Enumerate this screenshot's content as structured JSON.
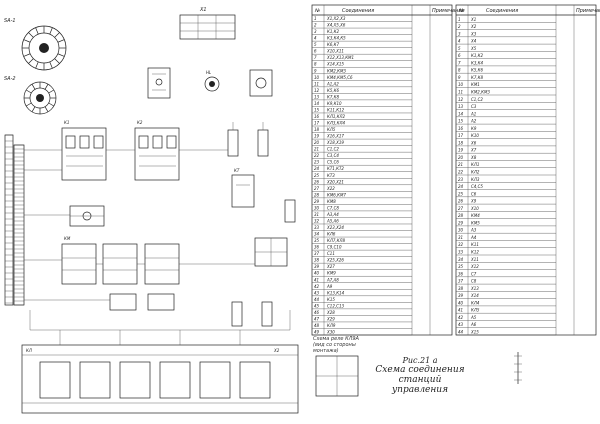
{
  "figure": {
    "number": "Рис.21 а",
    "title_line1": "Схема соединения",
    "title_line2": "станций управления"
  },
  "note": {
    "line1": "Схема реле КЛ9А",
    "line2": "(вид со стороны монтажа)"
  },
  "table_left": {
    "header": [
      "№",
      "Соединения",
      "Примечание"
    ],
    "rows": [
      [
        "1",
        "Х1,Х2,Х3"
      ],
      [
        "2",
        "Х4,Х5,Х6"
      ],
      [
        "3",
        "К1,К2"
      ],
      [
        "4",
        "К3,К4,К5"
      ],
      [
        "5",
        "К6,К7"
      ],
      [
        "6",
        "Х10,Х11"
      ],
      [
        "7",
        "Х12,Х13,КМ1"
      ],
      [
        "8",
        "Х14,Х15"
      ],
      [
        "9",
        "КМ2,КМ3"
      ],
      [
        "10",
        "КМ4,КМ5,С6"
      ],
      [
        "11",
        "А1,А2"
      ],
      [
        "12",
        "К5,К6"
      ],
      [
        "13",
        "К7,К8"
      ],
      [
        "14",
        "К9,К10"
      ],
      [
        "15",
        "К11,К12"
      ],
      [
        "16",
        "КЛ1,КЛ2"
      ],
      [
        "17",
        "КЛ3,КЛ4"
      ],
      [
        "18",
        "КЛ5"
      ],
      [
        "19",
        "Х16,Х17"
      ],
      [
        "20",
        "Х18,Х19"
      ],
      [
        "21",
        "С1,С2"
      ],
      [
        "22",
        "С3,С4"
      ],
      [
        "23",
        "С5,С6"
      ],
      [
        "24",
        "КТ1,КТ2"
      ],
      [
        "25",
        "КТ3"
      ],
      [
        "26",
        "Х20,Х21"
      ],
      [
        "27",
        "Х22"
      ],
      [
        "28",
        "КМ6,КМ7"
      ],
      [
        "29",
        "КМ8"
      ],
      [
        "30",
        "С7,С8"
      ],
      [
        "31",
        "А3,А4"
      ],
      [
        "32",
        "А5,А6"
      ],
      [
        "33",
        "Х23,Х24"
      ],
      [
        "34",
        "КЛ6"
      ],
      [
        "35",
        "КЛ7,КЛ8"
      ],
      [
        "36",
        "С9,С10"
      ],
      [
        "37",
        "С11"
      ],
      [
        "38",
        "Х25,Х26"
      ],
      [
        "39",
        "Х27"
      ],
      [
        "40",
        "КМ9"
      ],
      [
        "41",
        "А7,А8"
      ],
      [
        "42",
        "А9"
      ],
      [
        "43",
        "К13,К14"
      ],
      [
        "44",
        "К15"
      ],
      [
        "45",
        "С12,С13"
      ],
      [
        "46",
        "Х28"
      ],
      [
        "47",
        "Х29"
      ],
      [
        "48",
        "КЛ9"
      ],
      [
        "49",
        "Х30"
      ]
    ]
  },
  "table_right": {
    "header": [
      "№",
      "Соединения",
      "Примечание"
    ],
    "rows": [
      [
        "1",
        "Х1"
      ],
      [
        "2",
        "Х2"
      ],
      [
        "3",
        "Х3"
      ],
      [
        "4",
        "Х4"
      ],
      [
        "5",
        "Х5"
      ],
      [
        "6",
        "К1,К2"
      ],
      [
        "7",
        "К3,К4"
      ],
      [
        "8",
        "К5,К6"
      ],
      [
        "9",
        "К7,К8"
      ],
      [
        "10",
        "КМ1"
      ],
      [
        "11",
        "КМ2,КМ3"
      ],
      [
        "12",
        "С1,С2"
      ],
      [
        "13",
        "С3"
      ],
      [
        "14",
        "А1"
      ],
      [
        "15",
        "А2"
      ],
      [
        "16",
        "К9"
      ],
      [
        "17",
        "К10"
      ],
      [
        "18",
        "Х6"
      ],
      [
        "19",
        "Х7"
      ],
      [
        "20",
        "Х8"
      ],
      [
        "21",
        "КЛ1"
      ],
      [
        "22",
        "КЛ2"
      ],
      [
        "23",
        "КЛ3"
      ],
      [
        "24",
        "С4,С5"
      ],
      [
        "25",
        "С6"
      ],
      [
        "26",
        "Х9"
      ],
      [
        "27",
        "Х10"
      ],
      [
        "28",
        "КМ4"
      ],
      [
        "29",
        "КМ5"
      ],
      [
        "30",
        "А3"
      ],
      [
        "31",
        "А4"
      ],
      [
        "32",
        "К11"
      ],
      [
        "33",
        "К12"
      ],
      [
        "34",
        "Х11"
      ],
      [
        "35",
        "Х12"
      ],
      [
        "36",
        "С7"
      ],
      [
        "37",
        "С8"
      ],
      [
        "38",
        "Х13"
      ],
      [
        "39",
        "Х14"
      ],
      [
        "40",
        "КЛ4"
      ],
      [
        "41",
        "КЛ5"
      ],
      [
        "42",
        "А5"
      ],
      [
        "43",
        "А6"
      ],
      [
        "44",
        "Х15"
      ]
    ]
  },
  "labels": {
    "sa1": "SA-1",
    "sa2": "SA-2",
    "x1": "Х1",
    "x2": "Х2",
    "kl": "КЛ",
    "k1": "К1",
    "k2": "К2",
    "kt": "КТ",
    "km": "КМ",
    "hl": "HL"
  }
}
